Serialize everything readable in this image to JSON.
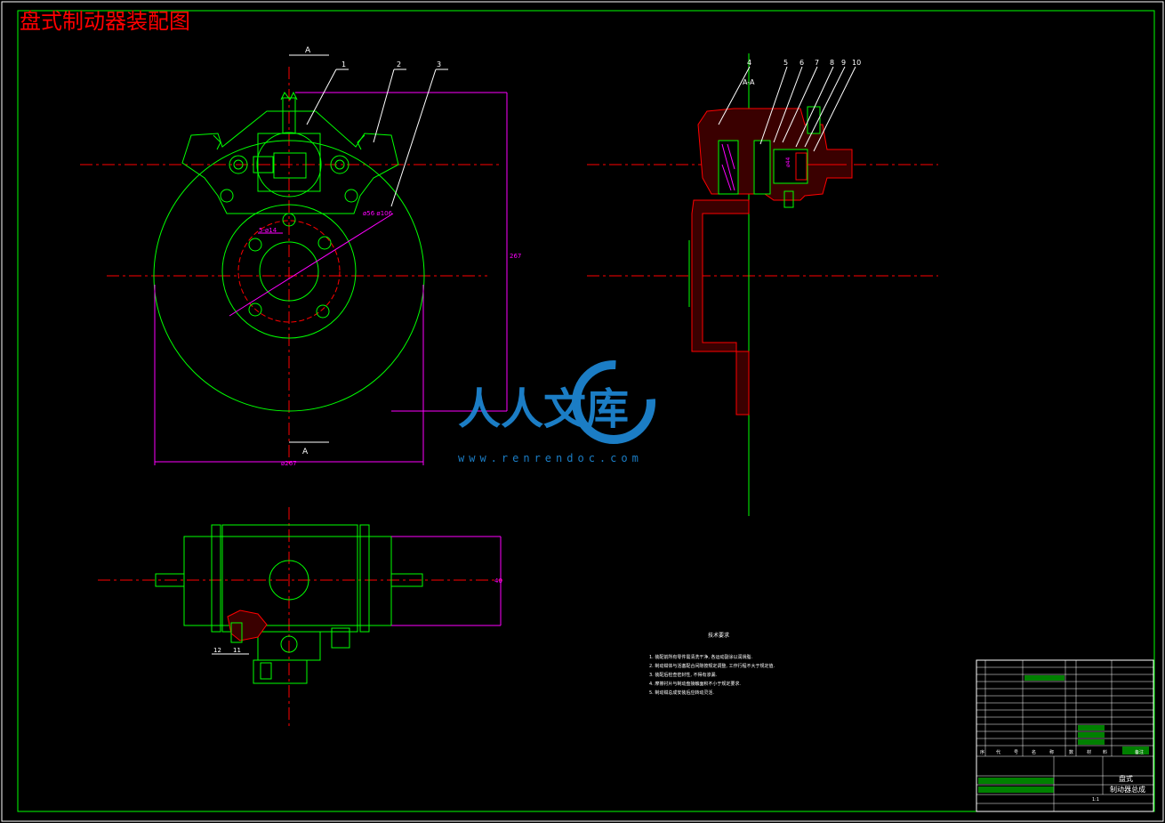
{
  "title": "盘式制动器装配图",
  "section": {
    "letter": "A",
    "view_label": "A-A"
  },
  "callouts_main": [
    "1",
    "2",
    "3"
  ],
  "callouts_section": [
    "4",
    "5",
    "6",
    "7",
    "8",
    "9",
    "10"
  ],
  "callouts_bottom": [
    "12",
    "11"
  ],
  "dims": {
    "holes": "5-ø14",
    "pcd": "ø56  ø106",
    "overall_w": "ø267",
    "height": "267",
    "pad": "40",
    "inner": "ø44"
  },
  "watermark": {
    "brand": "人人文库",
    "url": "www.renrendoc.com"
  },
  "notes": {
    "heading": "技术要求",
    "items": [
      "1. 装配前所有零件需清洗干净, 各运动副涂以润滑脂.",
      "2. 制动钳体与活塞配合间隙按规定调整, 工作行程不大于规定值.",
      "3. 装配后检查密封性, 不得有渗漏.",
      "4. 摩擦衬片与制动盘接触面积不小于规定要求.",
      "5. 制动钳总成安装后应转动灵活."
    ]
  },
  "title_block": {
    "drawing_name_1": "盘式",
    "drawing_name_2": "制动器总成",
    "scale": "1:1",
    "col_headers": [
      "序",
      "代",
      "号",
      "名",
      "称",
      "数",
      "材",
      "料",
      "备注"
    ]
  },
  "colors": {
    "outline": "#00ff00",
    "centerline": "#ff0000",
    "dimension": "#ff00ff",
    "annotation": "#ffffff",
    "section_hatch": "#ff0000",
    "watermark": "#1e88d6"
  }
}
